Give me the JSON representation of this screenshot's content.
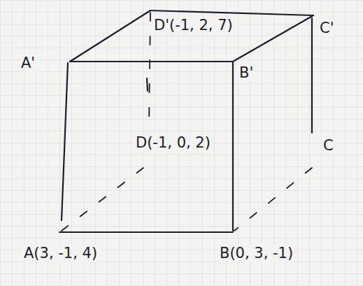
{
  "diagram": {
    "labels": [
      "A'",
      "D'(-1, 2, 7)",
      "C'",
      "B'",
      "D(-1, 0, 2)",
      "C",
      "A(3, -1, 4)",
      "B(0, 3, -1)"
    ]
  }
}
